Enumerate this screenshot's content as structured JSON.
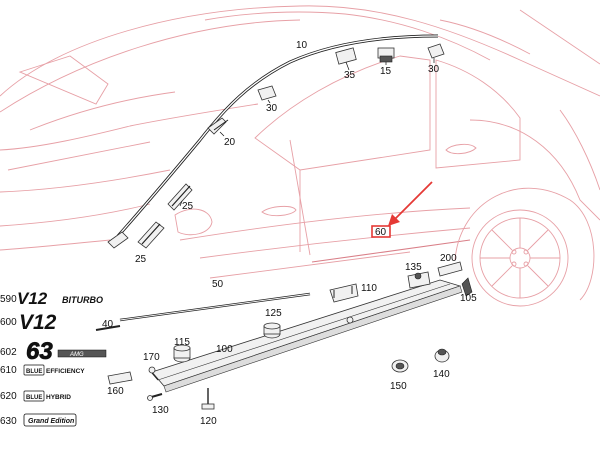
{
  "diagram": {
    "callouts": {
      "c10": "10",
      "c35": "35",
      "c15": "15",
      "c30a": "30",
      "c30b": "30",
      "c20": "20",
      "c25a": "25",
      "c25b": "25",
      "c60": "60",
      "c200": "200",
      "c135": "135",
      "c110": "110",
      "c105": "105",
      "c50": "50",
      "c125": "125",
      "c40": "40",
      "c115": "115",
      "c100": "100",
      "c170": "170",
      "c160": "160",
      "c150": "150",
      "c140": "140",
      "c130": "130",
      "c120": "120"
    },
    "badge_codes": [
      "590",
      "600",
      "602",
      "610",
      "620",
      "630"
    ],
    "badges": {
      "v12_biturbo_main": "V12",
      "v12_biturbo_sub": "BITURBO",
      "v12": "V12",
      "amg63_main": "63",
      "amg63_sub": "AMG",
      "blue_efficiency_a": "BLUE",
      "blue_efficiency_b": "EFFICIENCY",
      "blue_hybrid_a": "BLUE",
      "blue_hybrid_b": "HYBRID",
      "grand_edition": "Grand Edition"
    },
    "colors": {
      "outline": "#e7a0a6",
      "highlight": "#e53935",
      "ink": "#111111"
    }
  }
}
